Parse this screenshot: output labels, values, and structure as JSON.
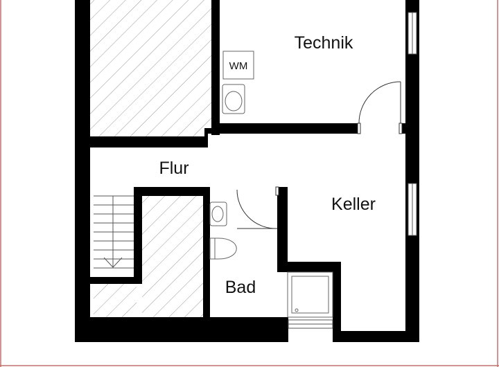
{
  "plan": {
    "rooms": [
      {
        "id": "technik",
        "label": "Technik"
      },
      {
        "id": "flur",
        "label": "Flur"
      },
      {
        "id": "keller",
        "label": "Keller"
      },
      {
        "id": "bad",
        "label": "Bad"
      }
    ],
    "fixtures": {
      "washing_machine": "WM"
    },
    "colors": {
      "wall": "#000000",
      "border": "#c07070",
      "hatch": "#999999",
      "fixture": "#666666"
    }
  }
}
